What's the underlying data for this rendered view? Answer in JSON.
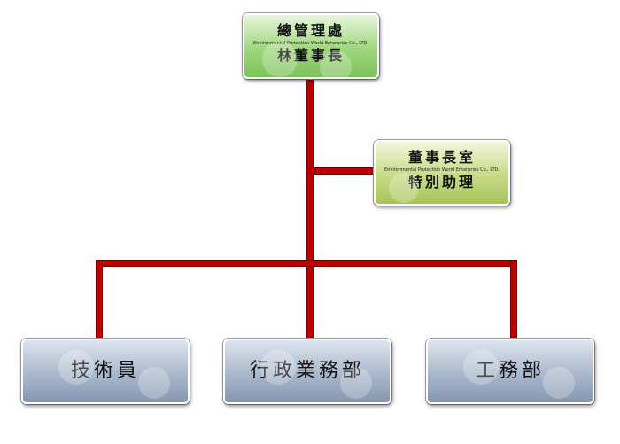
{
  "top": {
    "title": "總管理處",
    "company": "Environmental Protection World Enterprise Co., LTD.",
    "role": "林董事長"
  },
  "assistant": {
    "title": "董事長室",
    "company": "Environmental Protection World Enterprise Co., LTD.",
    "role": "特別助理"
  },
  "departments": [
    {
      "label": "技術員"
    },
    {
      "label": "行政業務部"
    },
    {
      "label": "工務部"
    }
  ],
  "colors": {
    "connector": "#c00000"
  }
}
